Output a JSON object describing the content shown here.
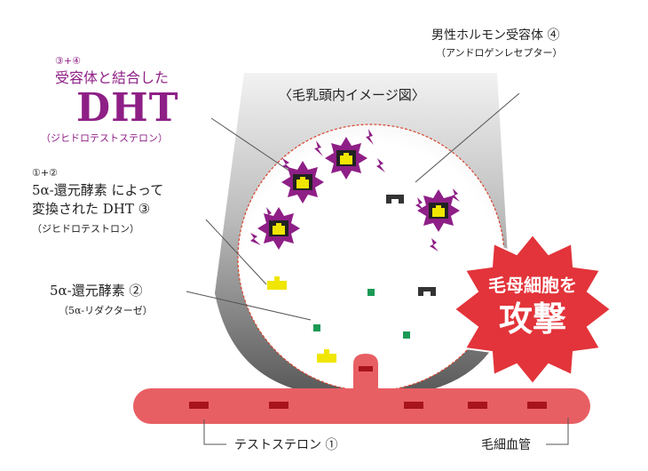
{
  "title": "〈毛乳頭内イメージ図〉",
  "receptor": {
    "label": "男性ホルモン受容体 ④",
    "sub": "（アンドロゲンレセプター）"
  },
  "dht_bound": {
    "num": "③+④",
    "label": "受容体と結合した",
    "big": "DHT",
    "sub": "（ジヒドロテストステロン）"
  },
  "dht_converted": {
    "num": "①+②",
    "line1": "5α‐還元酵素 によって",
    "line2": "変換された DHT ③",
    "sub": "（ジヒドロテストロン）"
  },
  "enzyme": {
    "label": "5α‐還元酵素 ②",
    "sub": "（5α‐リダクターゼ）"
  },
  "testosterone": {
    "label": "テストステロン ①"
  },
  "capillary": {
    "label": "毛細血管"
  },
  "attack": {
    "line1": "毛母細胞を",
    "line2": "攻撃"
  },
  "colors": {
    "purple": "#8e1f86",
    "red": "#e2343a",
    "vessel": "#e85f63",
    "yellow": "#f0e600",
    "green": "#1a9a55",
    "dark": "#333333"
  }
}
